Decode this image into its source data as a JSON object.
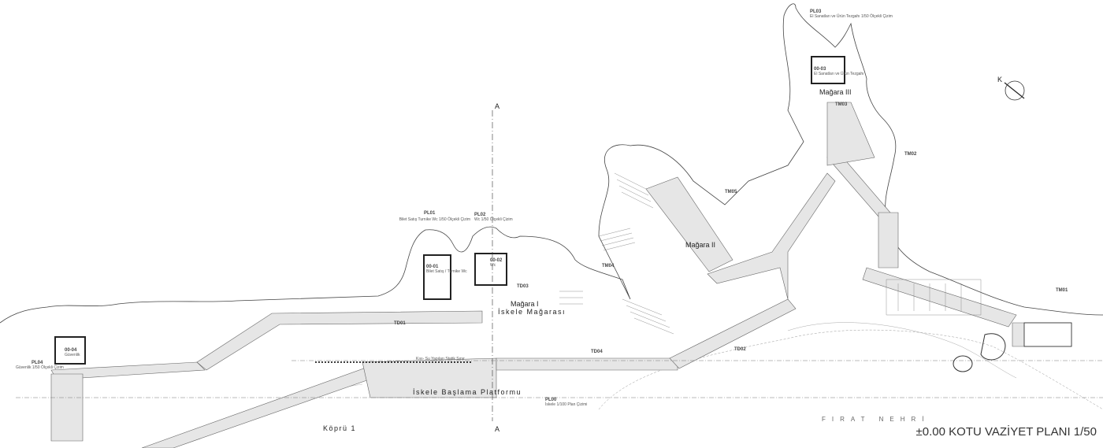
{
  "title": "±0.00 KOTU VAZİYET PLANI 1/50",
  "river": "FIRAT NEHRİ",
  "areas": {
    "cave1": "Mağara I",
    "cave1_sub": "İskele Mağarası",
    "cave2": "Mağara II",
    "cave3": "Mağara III",
    "platform": "İskele Başlama Platformu",
    "bridge": "Köprü 1",
    "boundary": "Kıyı- Su Yapıları Statik Sınır"
  },
  "plans": [
    {
      "code": "PL01",
      "desc": "Bilet Satış Turnike Wc 1/50 Ölçekli Çizim"
    },
    {
      "code": "PL02",
      "desc": "Wc 1/50 Ölçekli Çizim"
    },
    {
      "code": "PL03",
      "desc": "El Sanatları ve Ürün Tezgahı 1/50 Ölçekli Çizim"
    },
    {
      "code": "PL04",
      "desc": "Güvenlik 1/50 Ölçekli Çizim"
    },
    {
      "code": "PL00",
      "desc": "İskele 1/100 Plan Çizimi"
    }
  ],
  "rooms": [
    {
      "code": "00-01",
      "name": "Bilet Satış / Turnike Wc"
    },
    {
      "code": "00-02",
      "name": "Wc"
    },
    {
      "code": "00-03",
      "name": "El Sanatları ve Ürün Tezgahı"
    },
    {
      "code": "00-04",
      "name": "Güvenlik"
    }
  ],
  "tags": [
    "TD01",
    "TD02",
    "TD03",
    "TM01",
    "TM02",
    "TM03",
    "TM04",
    "TM05",
    "TD04"
  ],
  "section_mark": "A",
  "north_mark": "K"
}
